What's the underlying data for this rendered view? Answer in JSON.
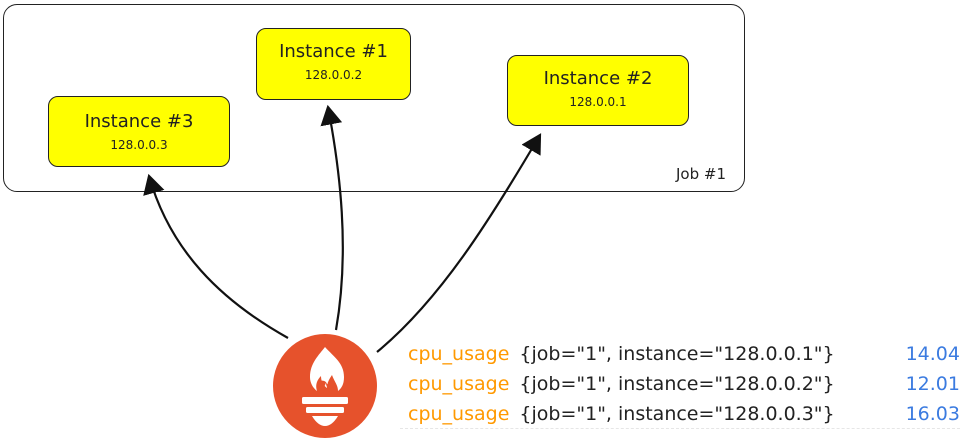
{
  "job": {
    "label": "Job #1"
  },
  "instances": [
    {
      "name": "Instance #1",
      "ip": "128.0.0.2"
    },
    {
      "name": "Instance #2",
      "ip": "128.0.0.1"
    },
    {
      "name": "Instance #3",
      "ip": "128.0.0.3"
    }
  ],
  "logo": {
    "icon": "prometheus-flame-icon",
    "color": "#e6522c"
  },
  "metrics": [
    {
      "name": "cpu_usage",
      "labels": "{job=\"1\", instance=\"128.0.0.1\"}",
      "value": "14.04"
    },
    {
      "name": "cpu_usage",
      "labels": "{job=\"1\", instance=\"128.0.0.2\"}",
      "value": "12.01"
    },
    {
      "name": "cpu_usage",
      "labels": "{job=\"1\", instance=\"128.0.0.3\"}",
      "value": "16.03"
    }
  ],
  "colors": {
    "instance_fill": "#ffff00",
    "metric_name": "#ff9900",
    "metric_value": "#3b7be0"
  }
}
